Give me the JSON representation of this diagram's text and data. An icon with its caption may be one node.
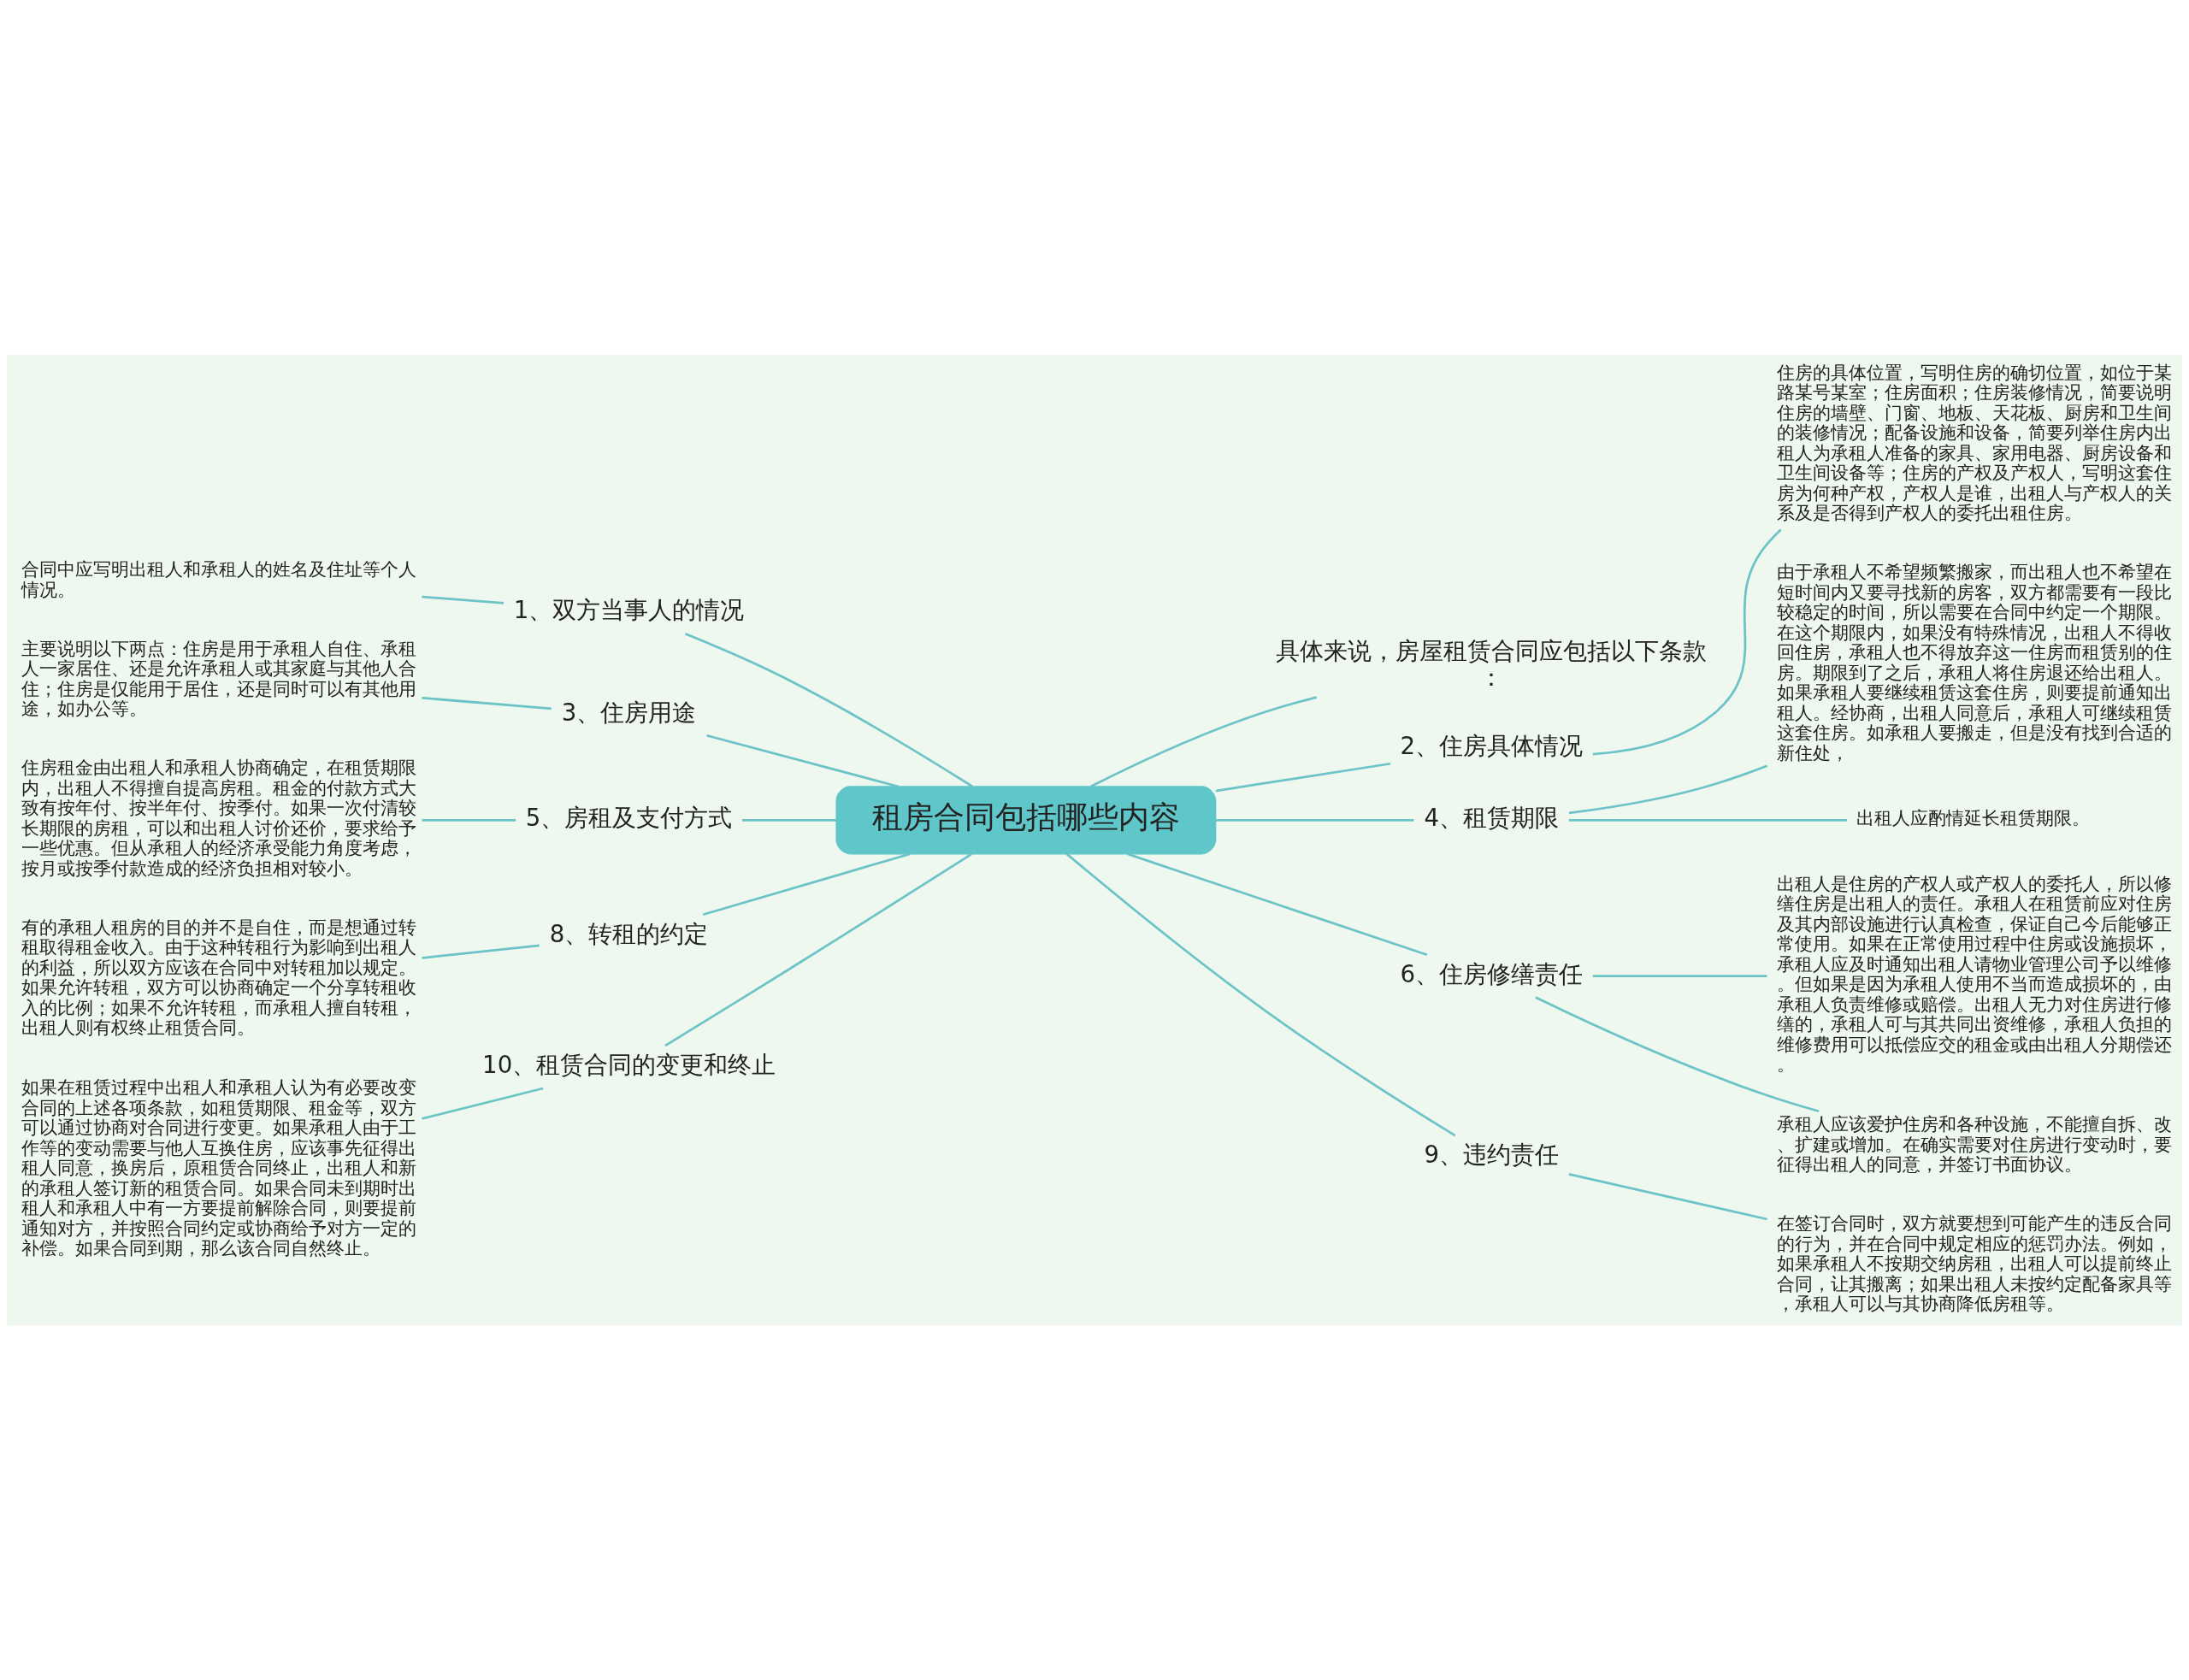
{
  "diagram": {
    "nodes": [
      {
        "text": [
          "租房合同包括哪些内容"
        ]
      },
      {
        "text": [
          "具体来说，房屋租赁合同应包括以下条款："
        ]
      },
      {
        "text": [
          "2、住房具体情况"
        ]
      },
      {
        "text": [
          "住房的具体位置，写明住房的确切位置，如位于某路某号某室；住房面积；住房装修情况，简要说明住房的墙壁、门窗、地板、天花板、厨房和卫生间的装修情况；配备设施和设备，简要列举住房内出租人为承租人准备的家具、家用电器、厨房设备和卫生间设备等；住房的产权及产权人，写明这套住房为何种产权，产权人是谁，出租人与产权人的关系及是否得到产权人的委托出租住房。"
        ]
      },
      {
        "text": [
          "4、租赁期限"
        ]
      },
      {
        "text": [
          "由于承租人不希望频繁搬家，而出租人也不希望在短时间内又要寻找新的房客，双方都需要有一段比较稳定的时间，所以需要在合同中约定一个期限。在这个期限内，如果没有特殊情况，出租人不得收回住房，承租人也不得放弃这一住房而租赁别的住房。期限到了之后，承租人将住房退还给出租人。如果承租人要继续租赁这套住房，则要提前通知出租人。经协商，出租人同意后，承租人可继续租赁这套住房。如承租人要搬走，但是没有找到合适的新住处，"
        ]
      },
      {
        "text": [
          "出租人应酌情延长租赁期限。"
        ]
      },
      {
        "text": [
          "6、住房修缮责任"
        ]
      },
      {
        "text": [
          "出租人是住房的产权人或产权人的委托人，所以修缮住房是出租人的责任。承租人在租赁前应对住房及其内部设施进行认真检查，保证自己今后能够正常使用。如果在正常使用过程中住房或设施损坏，承租人应及时通知出租人请物业管理公司予以维修。但如果是因为承租人使用不当而造成损坏的，由承租人负责维修或赔偿。出租人无力对住房进行修缮的，承租人可与其共同出资维修，承租人负担的维修费用可以抵偿应交的租金或由出租人分期偿还。"
        ]
      },
      {
        "text": [
          "承租人应该爱护住房和各种设施，不能擅自拆、改、扩建或增加。在确实需要对住房进行变动时，要征得出租人的同意，并签订书面协议。"
        ]
      },
      {
        "text": [
          "9、违约责任"
        ]
      },
      {
        "text": [
          "在签订合同时，双方就要想到可能产生的违反合同的行为，并在合同中规定相应的惩罚办法。例如，如果承租人不按期交纳房租，出租人可以提前终止合同，让其搬离；如果出租人未按约定配备家具等，承租人可以与其协商降低房租等。"
        ]
      },
      {
        "text": [
          "1、双方当事人的情况"
        ]
      },
      {
        "text": [
          "合同中应写明出租人和承租人的姓名及住址等个人情况。"
        ]
      },
      {
        "text": [
          "3、住房用途"
        ]
      },
      {
        "text": [
          "主要说明以下两点：住房是用于承租人自住、承租人一家居住、还是允许承租人或其家庭与其他人合住；住房是仅能用于居住，还是同时可以有其他用途，如办公等。"
        ]
      },
      {
        "text": [
          "5、房租及支付方式"
        ]
      },
      {
        "text": [
          "住房租金由出租人和承租人协商确定，在租赁期限内，出租人不得擅自提高房租。租金的付款方式大致有按年付、按半年付、按季付。如果一次付清较长期限的房租，可以和出租人讨价还价，要求给予一些优惠。但从承租人的经济承受能力角度考虑，按月或按季付款造成的经济负担相对较小。"
        ]
      },
      {
        "text": [
          "8、转租的约定"
        ]
      },
      {
        "text": [
          "有的承租人租房的目的并不是自住，而是想通过转租取得租金收入。由于这种转租行为影响到出租人的利益，所以双方应该在合同中对转租加以规定。如果允许转租，双方可以协商确定一个分享转租收入的比例；如果不允许转租，而承租人擅自转租，出租人则有权终止租赁合同。"
        ]
      },
      {
        "text": [
          "10、租赁合同的变更和终止"
        ]
      },
      {
        "text": [
          "如果在租赁过程中出租人和承租人认为有必要改变合同的上述各项条款，如租赁期限、租金等，双方可以通过协商对合同进行变更。如果承租人由于工作等的变动需要与他人互换住房，应该事先征得出租人同意，换房后，原租赁合同终止，出租人和新的承租人签订新的租赁合同。如果合同未到期时出租人和承租人中有一方要提前解除合同，则要提前通知对方，并按照合同约定或协商给予对方一定的补偿。如果合同到期，那么该合同自然终止。"
        ]
      }
    ],
    "edges": [
      {
        "from": 0,
        "to": 1,
        "arrow": "none"
      },
      {
        "from": 0,
        "to": 2,
        "arrow": "none"
      },
      {
        "from": 2,
        "to": 3,
        "arrow": "none"
      },
      {
        "from": 0,
        "to": 4,
        "arrow": "none"
      },
      {
        "from": 4,
        "to": 5,
        "arrow": "none"
      },
      {
        "from": 4,
        "to": 6,
        "arrow": "none"
      },
      {
        "from": 0,
        "to": 7,
        "arrow": "none"
      },
      {
        "from": 7,
        "to": 8,
        "arrow": "none"
      },
      {
        "from": 7,
        "to": 9,
        "arrow": "none"
      },
      {
        "from": 0,
        "to": 10,
        "arrow": "none"
      },
      {
        "from": 10,
        "to": 11,
        "arrow": "none"
      },
      {
        "from": 13,
        "to": 12,
        "arrow": "none"
      },
      {
        "from": 12,
        "to": 0,
        "arrow": "none"
      },
      {
        "from": 15,
        "to": 14,
        "arrow": "none"
      },
      {
        "from": 14,
        "to": 0,
        "arrow": "none"
      },
      {
        "from": 17,
        "to": 16,
        "arrow": "none"
      },
      {
        "from": 16,
        "to": 0,
        "arrow": "none"
      },
      {
        "from": 19,
        "to": 18,
        "arrow": "none"
      },
      {
        "from": 18,
        "to": 0,
        "arrow": "none"
      },
      {
        "from": 21,
        "to": 20,
        "arrow": "none"
      },
      {
        "from": 20,
        "to": 0,
        "arrow": "none"
      }
    ]
  }
}
